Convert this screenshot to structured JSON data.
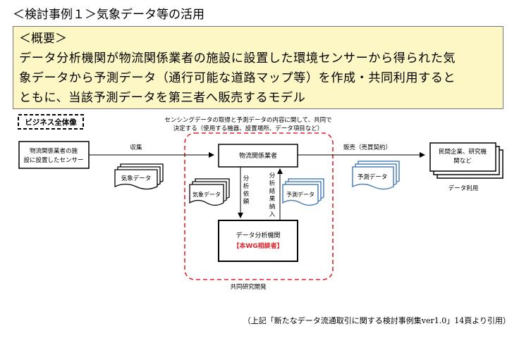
{
  "heading": "＜検討事例１＞気象データ等の活用",
  "summary": {
    "label": "＜概要＞",
    "lines": [
      "データ分析機関が物流関係業者の施設に設置した環境センサーから得られた気",
      "象データから予測データ（通行可能な道路マップ等）を作成・共同利用すると",
      "ともに、当該予測データを第三者へ販売するモデル"
    ]
  },
  "diagram": {
    "overview_label": "ビジネス全体像",
    "note_line1": "センシングデータの取得と予測データの内容に関して、共同で",
    "note_line2": "決定する（使用する機器、設置場所、データ項目など）",
    "sensor_box_line1": "物流関係業者の施",
    "sensor_box_line2": "設に設置したセンサー",
    "collect_label": "収集",
    "weather_data_label": "気象データ",
    "logistics_box": "物流関係業者",
    "analysis_request": [
      "分",
      "析",
      "依",
      "頼"
    ],
    "result_delivery": [
      "分",
      "析",
      "結",
      "果",
      "納",
      "入"
    ],
    "inner_weather_label": "気象データ",
    "inner_forecast_label": "予測データ",
    "analysis_box_label": "データ分析機関",
    "analysis_box_tag": "【本WG相談者】",
    "joint_label": "共同研究開発",
    "sale_label": "販売（売買契約）",
    "forecast_label": "予測データ",
    "buyer_line1": "民間企業、研究機",
    "buyer_line2": "関など",
    "data_use_label": "データ利用",
    "colors": {
      "red_dashed": "#e0232b",
      "blue_doc": "#4f81bd",
      "tag_red": "#e0232b"
    }
  },
  "citation": "（上記「新たなデータ流通取引に関する検討事例集ver1.0」14頁より引用）"
}
